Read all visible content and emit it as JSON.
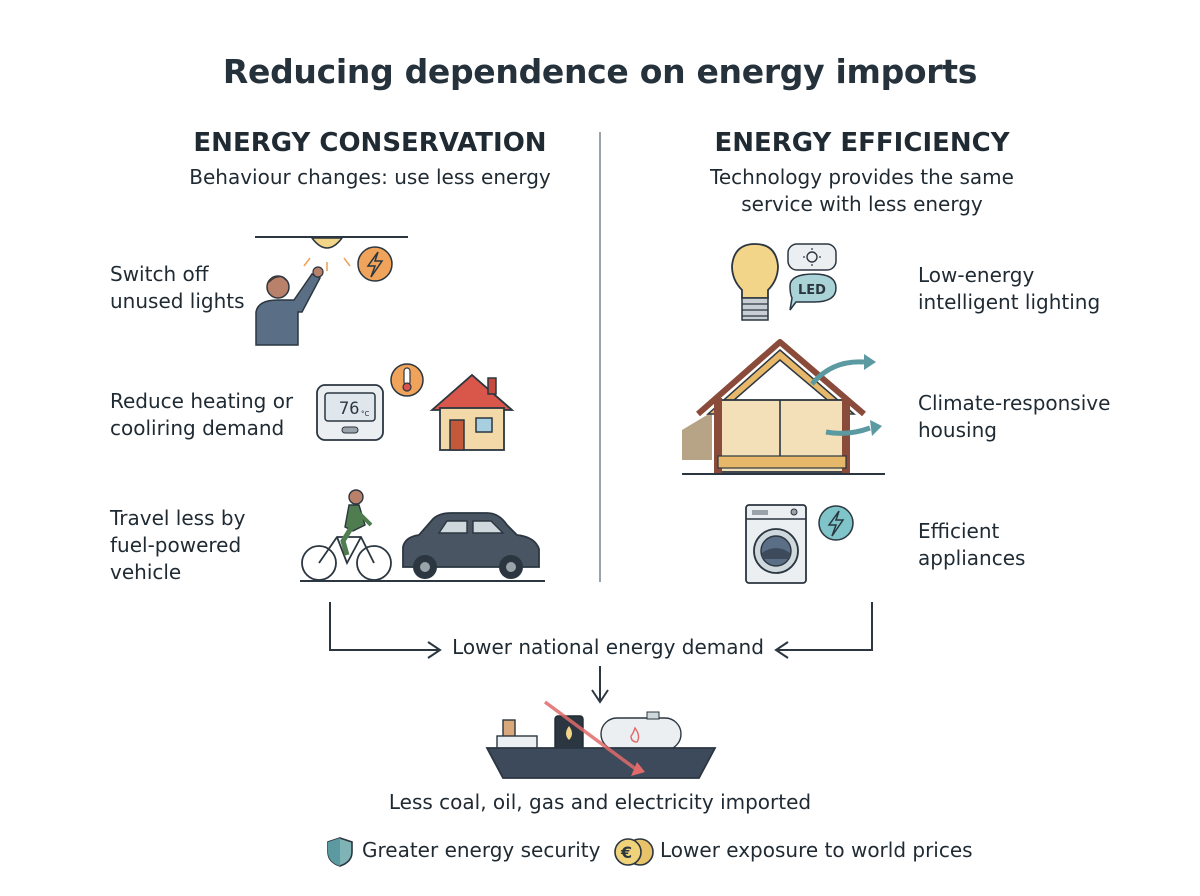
{
  "title": "Reducing dependence on energy imports",
  "left": {
    "heading": "ENERGY CONSERVATION",
    "subheading": "Behaviour changes: use less energy",
    "items": [
      {
        "label": "Switch off unused lights",
        "icon": "person-switching-light-icon"
      },
      {
        "label": "Reduce heating or cooliring demand",
        "icon": "thermostat-house-icon"
      },
      {
        "label": "Travel less by fuel-powered vehicle",
        "icon": "bicycle-car-icon"
      }
    ]
  },
  "right": {
    "heading": "ENERGY EFFICIENCY",
    "subheading_line1": "Technology provides the same",
    "subheading_line2": "service with less energy",
    "items": [
      {
        "label": "Low-energy intelligent lighting",
        "icon": "led-bulb-icon",
        "badge": "LED"
      },
      {
        "label": "Climate-responsive housing",
        "icon": "insulated-house-icon"
      },
      {
        "label": "Efficient appliances",
        "icon": "washing-machine-icon"
      }
    ]
  },
  "thermostat_display": "76",
  "thermostat_unit": "°C",
  "flow": {
    "center": "Lower national energy demand",
    "result": "Less coal, oil, gas and electricity imported"
  },
  "benefits": [
    {
      "label": "Greater energy security",
      "icon": "shield-icon"
    },
    {
      "label": "Lower exposure to world prices",
      "icon": "euro-coins-icon",
      "symbol": "€"
    }
  ],
  "colors": {
    "orange": "#f0a35a",
    "teal": "#5a9aa0",
    "navy": "#3d4a5c",
    "arrow": "#2b3640",
    "red_arrow": "#e06a6a"
  }
}
